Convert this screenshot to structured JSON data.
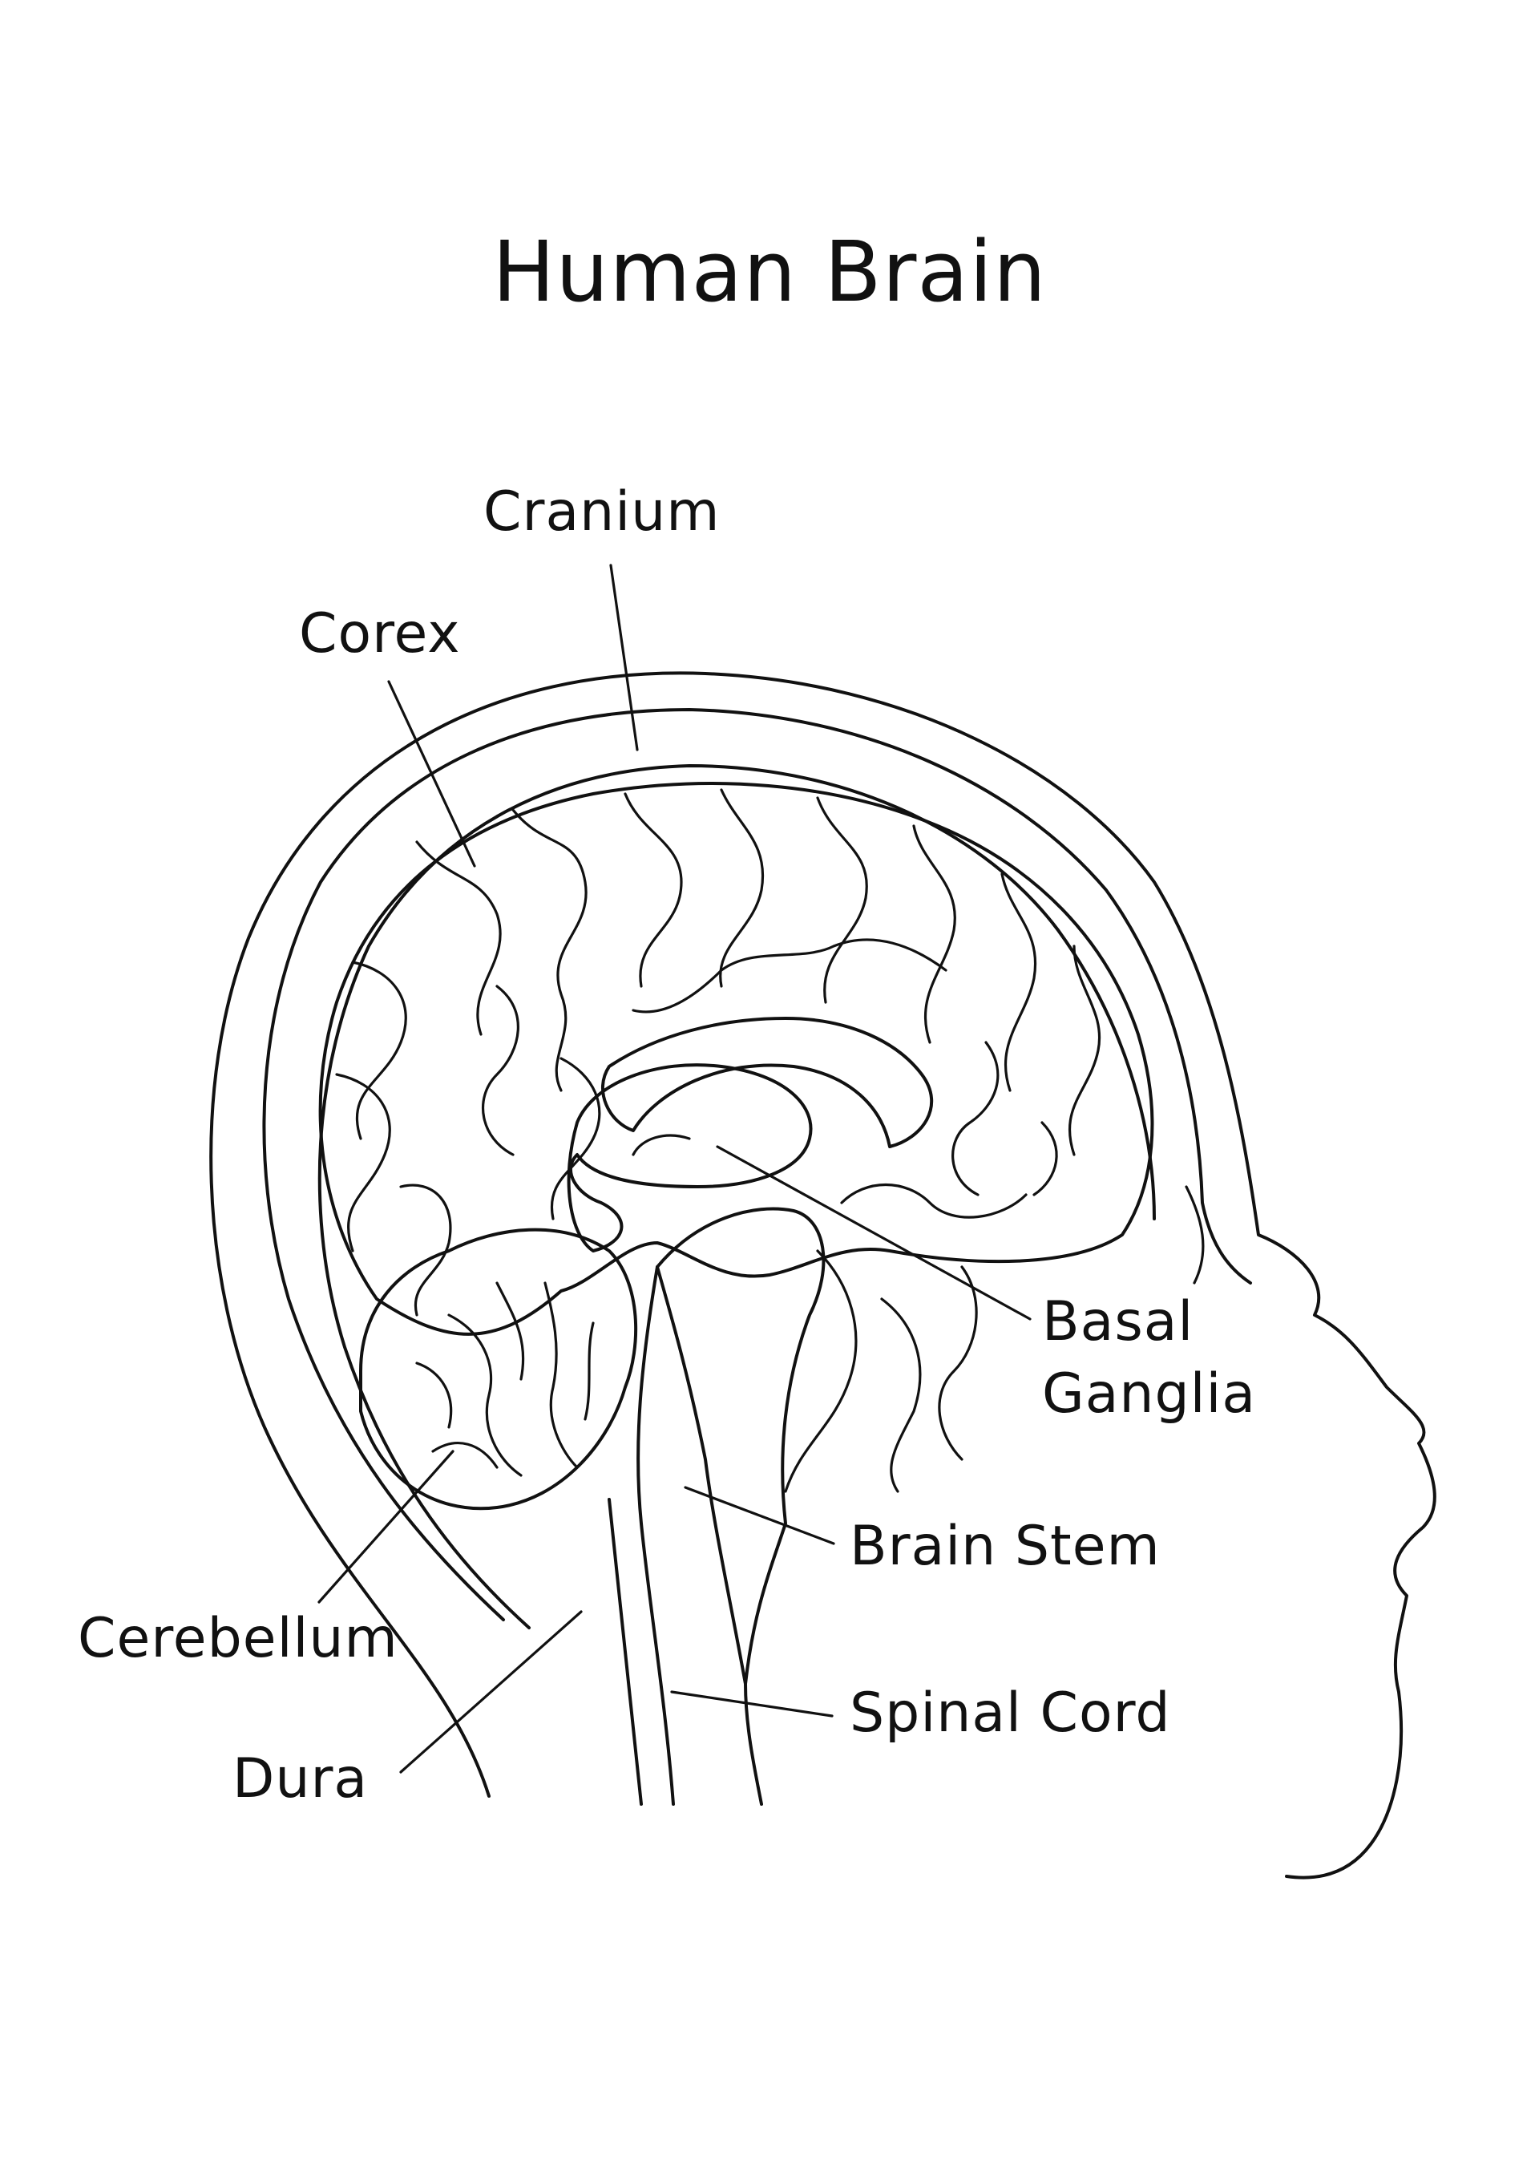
{
  "title": "Human Brain",
  "labels": {
    "cranium": "Cranium",
    "cortex": "Corex",
    "basal_ganglia_line1": "Basal",
    "basal_ganglia_line2": "Ganglia",
    "brain_stem": "Brain Stem",
    "cerebellum": "Cerebellum",
    "spinal_cord": "Spinal Cord",
    "dura": "Dura"
  },
  "colors": {
    "ink": "#111111",
    "background": "#ffffff"
  }
}
